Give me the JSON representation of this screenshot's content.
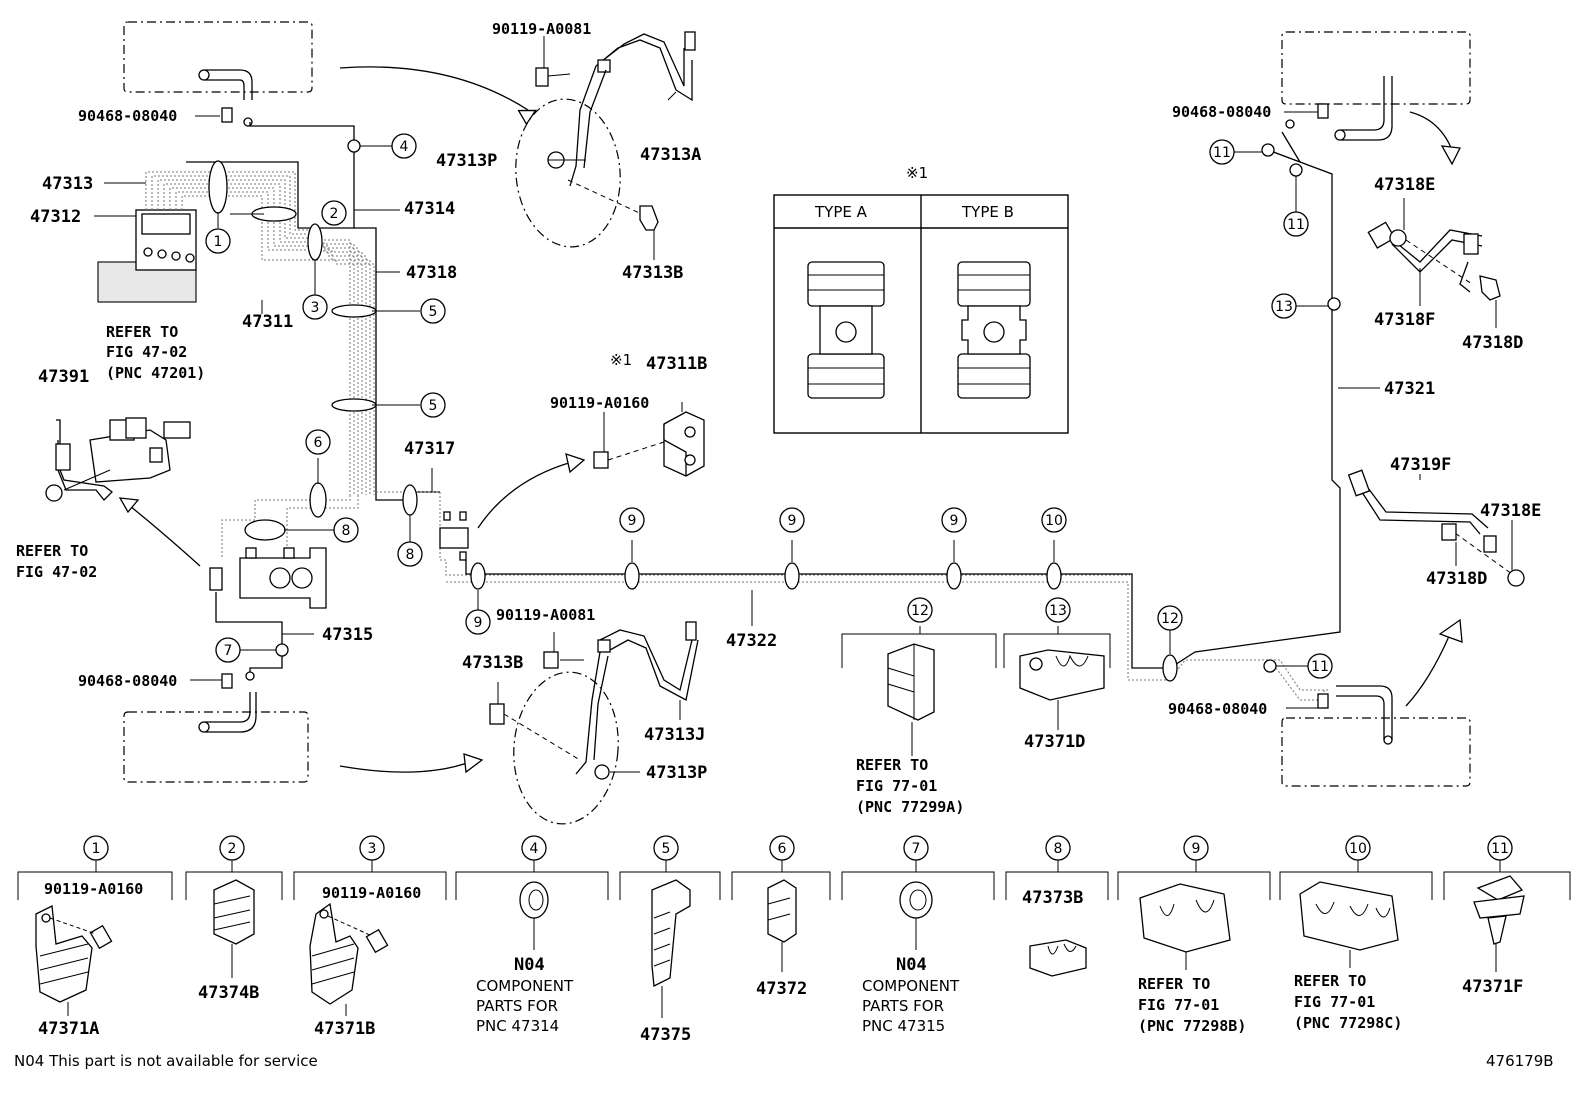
{
  "labels": {
    "p90119_A0081_top": "90119-A0081",
    "p90468_08040_tl": "90468-08040",
    "p47313": "47313",
    "p47312": "47312",
    "p47313P_top": "47313P",
    "p47313A": "47313A",
    "p47314": "47314",
    "p47318": "47318",
    "p47311": "47311",
    "p47313B_top": "47313B",
    "refer_4702_a": "REFER TO",
    "refer_4702_b": "FIG 47-02",
    "refer_4702_c": "(PNC 47201)",
    "p47391": "47391",
    "star1_47311B": "※1",
    "p47311B": "47311B",
    "p90119_A0160_mid": "90119-A0160",
    "p47317": "47317",
    "refer_4702b_a": "REFER TO",
    "refer_4702b_b": "FIG 47-02",
    "p47315": "47315",
    "p90468_08040_bl": "90468-08040",
    "p90119_A0081_bot": "90119-A0081",
    "p47313B_bot": "47313B",
    "p47322": "47322",
    "p47313J": "47313J",
    "p47313P_bot": "47313P",
    "refer_7701_a": "REFER TO",
    "refer_7701_b": "FIG 77-01",
    "refer_7701_c": "(PNC 77299A)",
    "p47371D": "47371D",
    "p90468_08040_tr": "90468-08040",
    "p47318E_top": "47318E",
    "p47318F": "47318F",
    "p47318D_top": "47318D",
    "p47321": "47321",
    "p47319F": "47319F",
    "p47318E_bot": "47318E",
    "p47318D_bot": "47318D",
    "p90468_08040_br": "90468-08040"
  },
  "type_table": {
    "star": "※1",
    "type_a": "TYPE A",
    "type_b": "TYPE B"
  },
  "callouts": {
    "c1": "1",
    "c2": "2",
    "c3": "3",
    "c4": "4",
    "c5a": "5",
    "c5b": "5",
    "c6": "6",
    "c7": "7",
    "c8a": "8",
    "c8b": "8",
    "c9a": "9",
    "c9b": "9",
    "c9c": "9",
    "c9d": "9",
    "c10": "10",
    "c11a": "11",
    "c11b": "11",
    "c11c": "11",
    "c12a": "12",
    "c12b": "12",
    "c13a": "13",
    "c13b": "13"
  },
  "legend": [
    {
      "num": "1",
      "sub": "90119-A0160",
      "part": "47371A"
    },
    {
      "num": "2",
      "part": "47374B"
    },
    {
      "num": "3",
      "sub": "90119-A0160",
      "part": "47371B"
    },
    {
      "num": "4",
      "part": "N04",
      "note1": "COMPONENT",
      "note2": "PARTS FOR",
      "note3": "PNC 47314"
    },
    {
      "num": "5",
      "part": "47375"
    },
    {
      "num": "6",
      "part": "47372"
    },
    {
      "num": "7",
      "part": "N04",
      "note1": "COMPONENT",
      "note2": "PARTS FOR",
      "note3": "PNC 47315"
    },
    {
      "num": "8",
      "part": "47373B"
    },
    {
      "num": "9",
      "note1": "REFER TO",
      "note2": "FIG 77-01",
      "note3": "(PNC 77298B)"
    },
    {
      "num": "10",
      "note1": "REFER TO",
      "note2": "FIG 77-01",
      "note3": "(PNC 77298C)"
    },
    {
      "num": "11",
      "part": "47371F"
    }
  ],
  "detail12": {
    "num": "12"
  },
  "detail13": {
    "num": "13"
  },
  "footer": {
    "note": "N04 This part is not available for service",
    "code": "476179B"
  }
}
